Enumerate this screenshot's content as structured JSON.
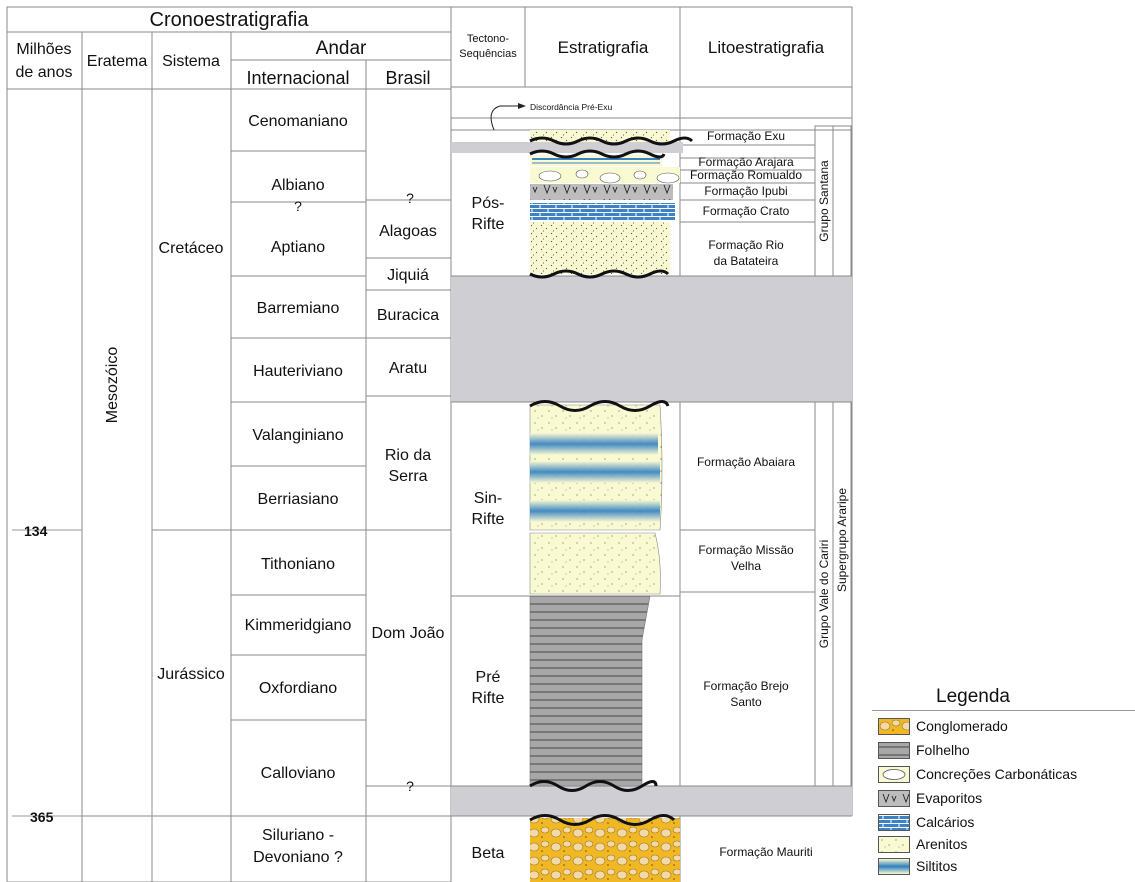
{
  "header": {
    "cronoestratigrafia": "Cronoestratigrafia",
    "milhoes": [
      "Milhões",
      "de anos"
    ],
    "eratema": "Eratema",
    "sistema": "Sistema",
    "andar": "Andar",
    "internacional": "Internacional",
    "brasil": "Brasil",
    "tectono": [
      "Tectono-",
      "Sequências"
    ],
    "estratigrafia": "Estratigrafia",
    "litoestratigrafia": "Litoestratigrafia"
  },
  "ages": [
    "134",
    "365"
  ],
  "eratema": "Mesozóico",
  "sistemas": [
    "Cretáceo",
    "Jurássico"
  ],
  "internacional": [
    "Cenomaniano",
    "Albiano",
    "Aptiano",
    "Barremiano",
    "Hauteriviano",
    "Valanginiano",
    "Berriasiano",
    "Tithoniano",
    "Kimmeridgiano",
    "Oxfordiano",
    "Calloviano",
    [
      "Siluriano -",
      "Devoniano ?"
    ]
  ],
  "brasil": [
    "Alagoas",
    "Jiquiá",
    "Buracica",
    "Aratu",
    [
      "Rio da",
      "Serra"
    ],
    "Dom João"
  ],
  "question": "?",
  "tectono": [
    [
      "Pós-",
      "Rifte"
    ],
    [
      "Sin-",
      "Rifte"
    ],
    [
      "Pré",
      "Rifte"
    ],
    "Beta"
  ],
  "discordancia": "Discordância Pré-Exu",
  "formacoes": [
    "Formação Exu",
    "Formação Arajara",
    "Formação Romualdo",
    "Formação Ipubi",
    "Formação Crato",
    [
      "Formação Rio",
      "da Batateira"
    ],
    "Formação Abaiara",
    [
      "Formação Missão",
      "Velha"
    ],
    [
      "Formação Brejo",
      "Santo"
    ],
    "Formação Mauriti"
  ],
  "grupos": [
    "Grupo Santana",
    "Grupo Vale do Cariri",
    "Supergrupo Araripe"
  ],
  "legend": {
    "title": "Legenda",
    "items": [
      {
        "label": "Conglomerado",
        "icon": "conglomerate-swatch",
        "color": "#f0b923"
      },
      {
        "label": "Folhelho",
        "icon": "shale-swatch",
        "color": "#a7a7a7"
      },
      {
        "label": "Concreções Carbonáticas",
        "icon": "concretion-swatch",
        "color": "#fafad2"
      },
      {
        "label": "Evaporitos",
        "icon": "evaporite-swatch",
        "color": "#bdbdbd"
      },
      {
        "label": "Calcários",
        "icon": "limestone-swatch",
        "color": "#3d82c4"
      },
      {
        "label": "Arenitos",
        "icon": "sandstone-swatch",
        "color": "#fafad2"
      },
      {
        "label": "Siltitos",
        "icon": "siltstone-swatch",
        "color": "#3d82c4"
      }
    ]
  },
  "colors": {
    "arenito": "#fafad2",
    "conglomerado": "#f0b923",
    "calcario": "#3d82c4",
    "hiato": "#cfcfd3"
  }
}
